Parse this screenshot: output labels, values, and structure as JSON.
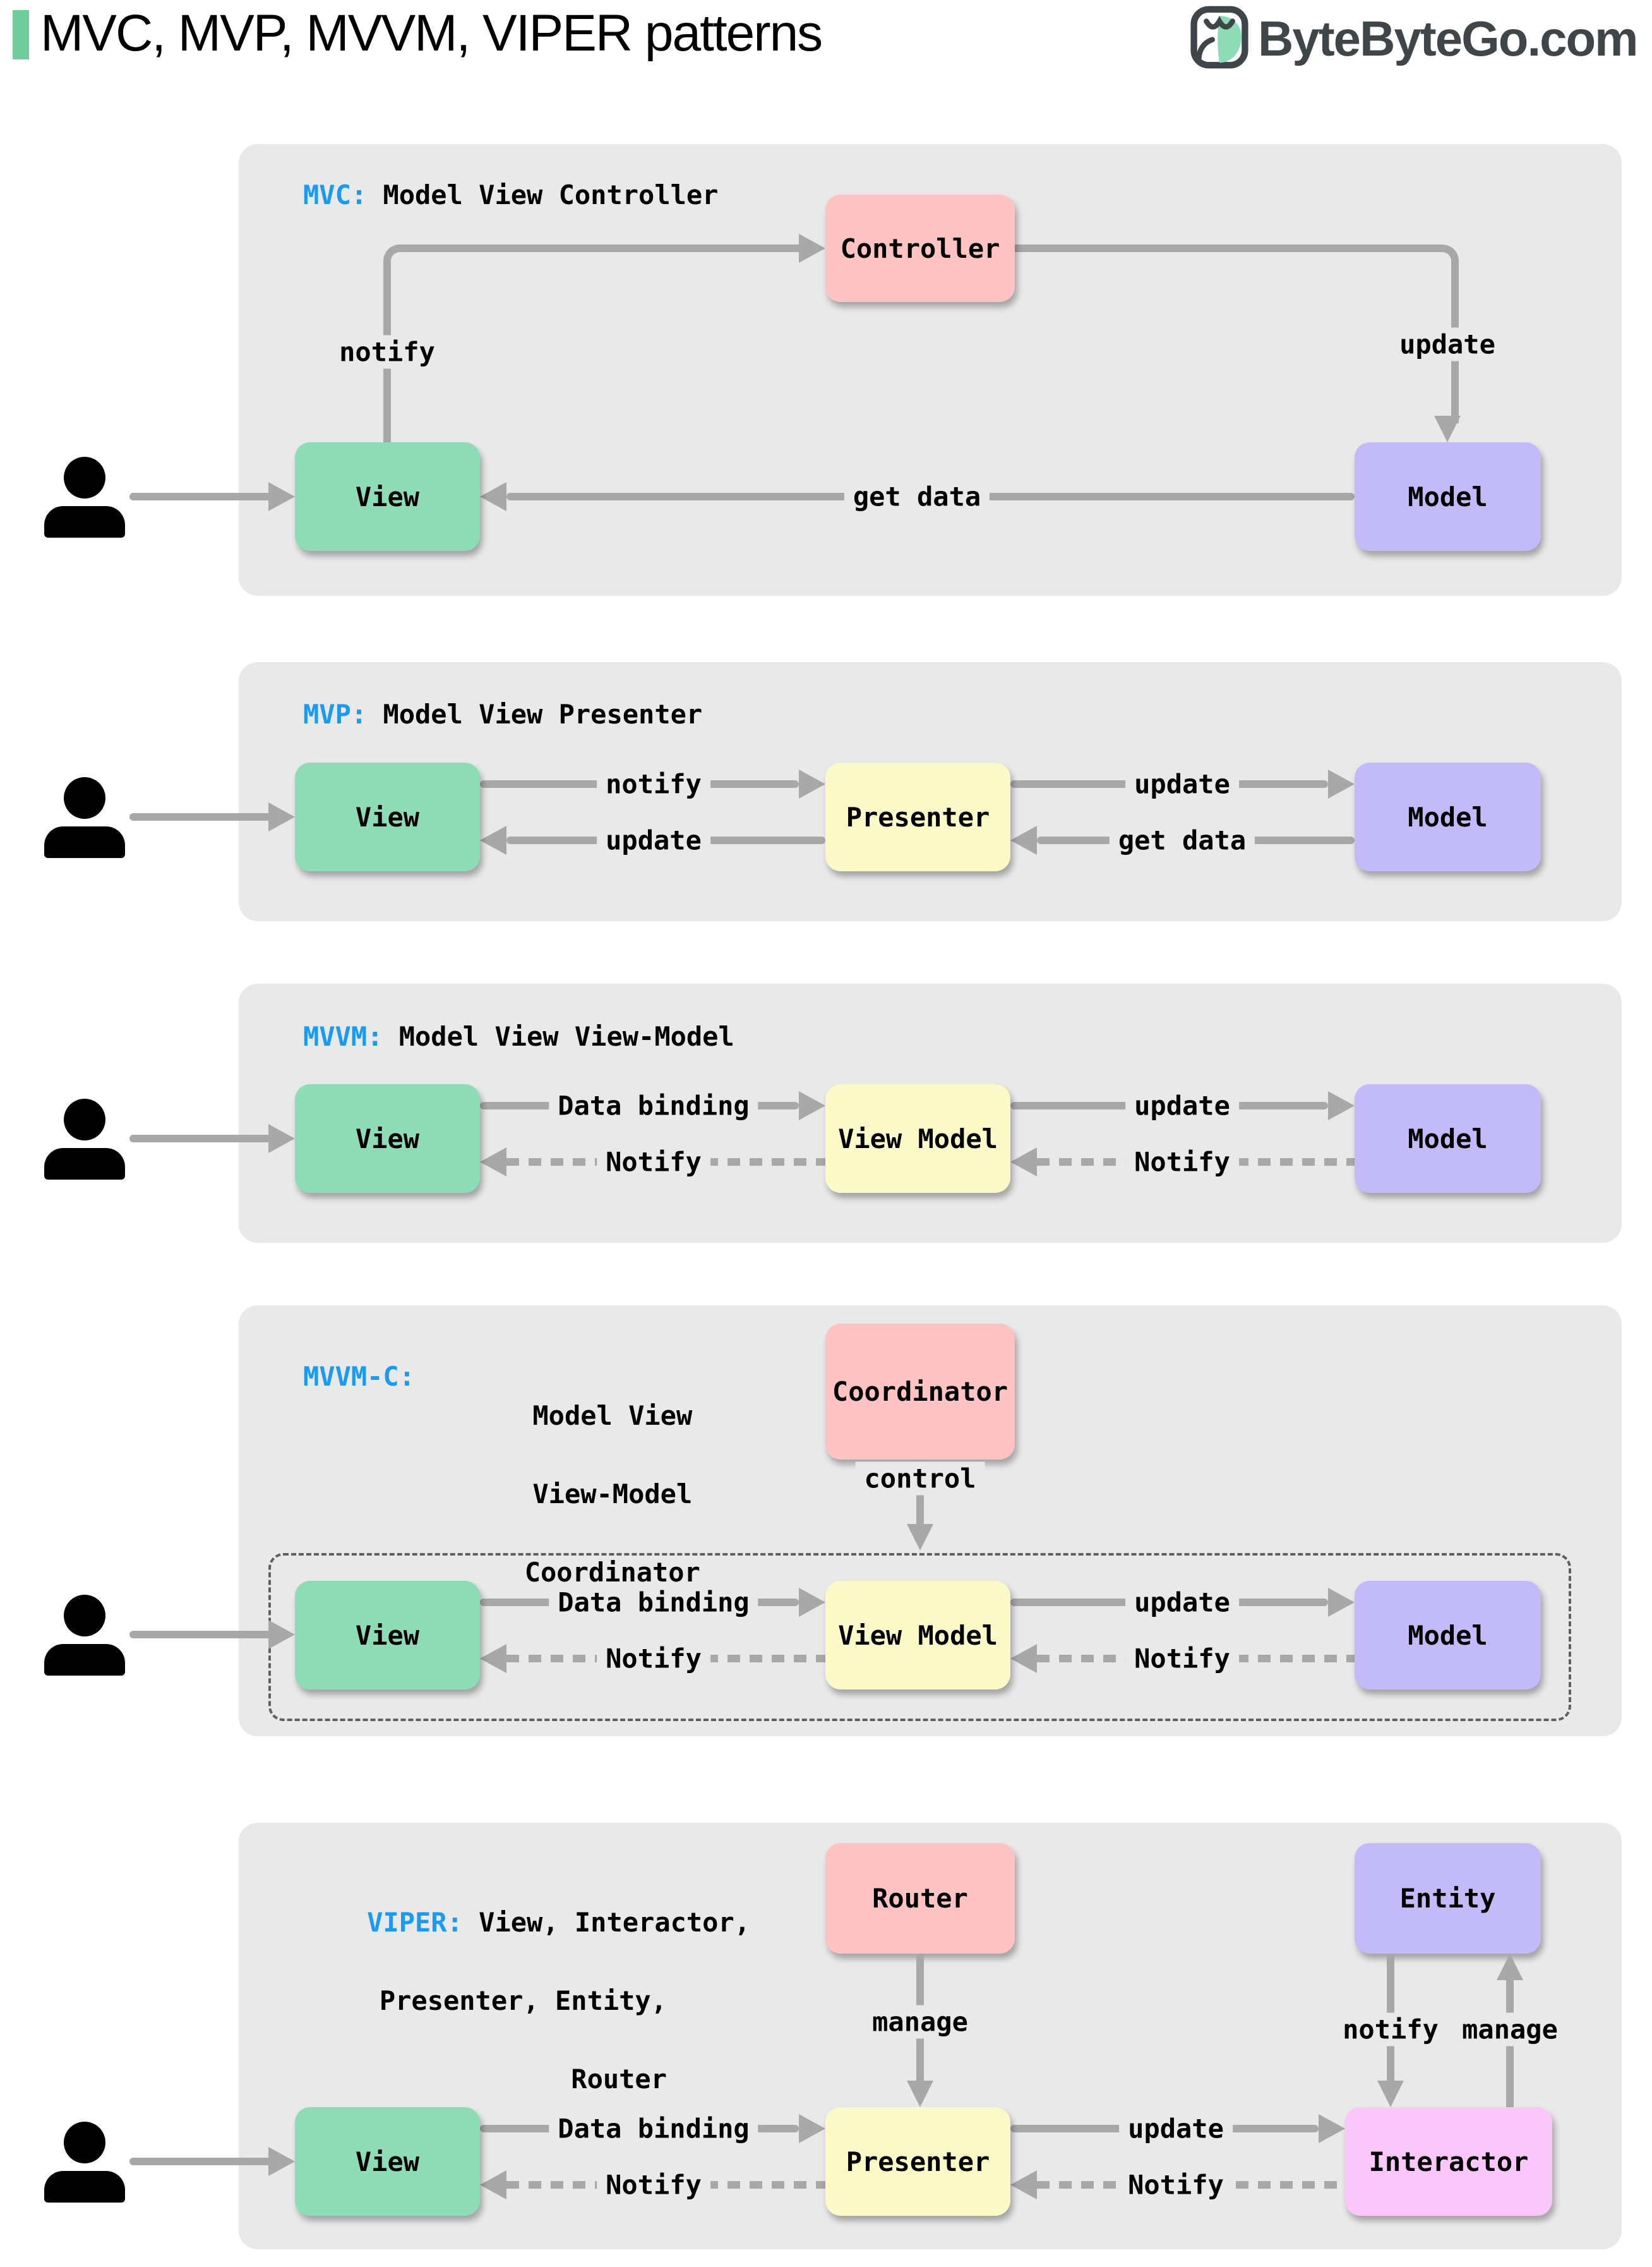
{
  "header": {
    "title": "MVC, MVP, MVVM, VIPER patterns",
    "logo_text": "ByteByteGo.com"
  },
  "colors": {
    "panel": "#e9e9e9",
    "green": "#8edcb6",
    "pink": "#ffc3c3",
    "purple": "#c3baf9",
    "yellow": "#fbf9c8",
    "magenta": "#fbc6f9",
    "arrow": "#a8a8a8",
    "blue": "#1b9af2",
    "accent": "#6fce9c",
    "logo_dark": "#3e464a",
    "logo_green": "#8edcb6",
    "dash_border": "#606060"
  },
  "mvc": {
    "heading_prefix": "MVC:",
    "heading": "Model View Controller",
    "boxes": {
      "controller": "Controller",
      "view": "View",
      "model": "Model"
    },
    "labels": {
      "notify": "notify",
      "update": "update",
      "get_data": "get data"
    }
  },
  "mvp": {
    "heading_prefix": "MVP:",
    "heading": "Model View Presenter",
    "boxes": {
      "view": "View",
      "presenter": "Presenter",
      "model": "Model"
    },
    "labels": {
      "notify": "notify",
      "update_view": "update",
      "update_model": "update",
      "get_data": "get data"
    }
  },
  "mvvm": {
    "heading_prefix": "MVVM:",
    "heading": "Model View View-Model",
    "boxes": {
      "view": "View",
      "view_model": "View Model",
      "model": "Model"
    },
    "labels": {
      "data_binding": "Data binding",
      "notify_view": "Notify",
      "update": "update",
      "notify_vm": "Notify"
    }
  },
  "mvvm_c": {
    "heading_prefix": "MVVM-C:",
    "heading_lines": [
      "Model View",
      "View-Model",
      "Coordinator"
    ],
    "boxes": {
      "coordinator": "Coordinator",
      "view": "View",
      "view_model": "View Model",
      "model": "Model"
    },
    "labels": {
      "control": "control",
      "data_binding": "Data binding",
      "notify_view": "Notify",
      "update": "update",
      "notify_vm": "Notify"
    }
  },
  "viper": {
    "heading_prefix": "VIPER:",
    "heading_line1": "View, Interactor,",
    "heading_line2": "Presenter, Entity,",
    "heading_line3": "Router",
    "boxes": {
      "router": "Router",
      "entity": "Entity",
      "view": "View",
      "presenter": "Presenter",
      "interactor": "Interactor"
    },
    "labels": {
      "manage_router": "manage",
      "notify_interactor": "notify",
      "manage_entity": "manage",
      "data_binding": "Data binding",
      "notify_view": "Notify",
      "update": "update",
      "notify_presenter": "Notify"
    }
  }
}
